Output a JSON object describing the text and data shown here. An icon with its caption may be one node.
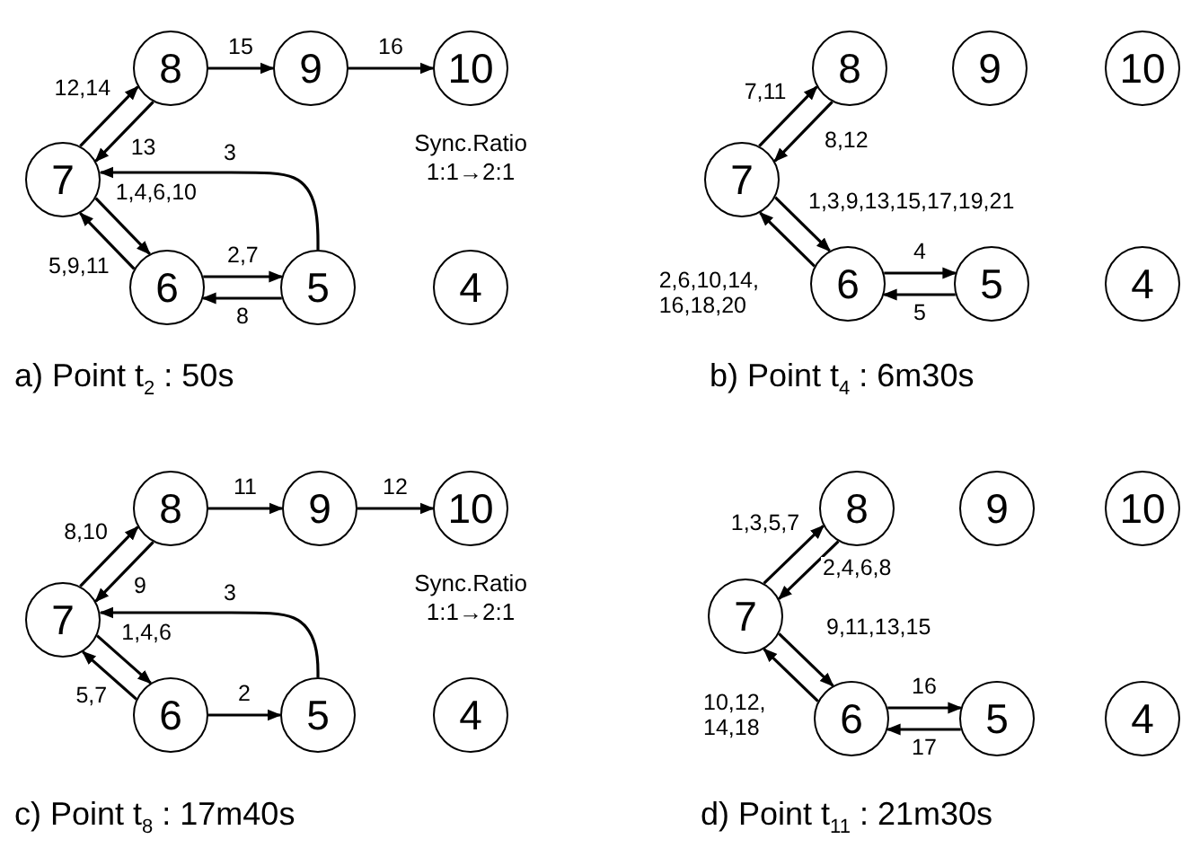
{
  "diagram": {
    "nodes": [
      {
        "text": [
          "8"
        ]
      },
      {
        "text": [
          "9"
        ]
      },
      {
        "text": [
          "10"
        ]
      },
      {
        "text": [
          "7"
        ]
      },
      {
        "text": [
          "6"
        ]
      },
      {
        "text": [
          "5"
        ]
      },
      {
        "text": [
          "4"
        ]
      },
      {
        "text": [
          "8"
        ]
      },
      {
        "text": [
          "9"
        ]
      },
      {
        "text": [
          "10"
        ]
      },
      {
        "text": [
          "7"
        ]
      },
      {
        "text": [
          "6"
        ]
      },
      {
        "text": [
          "5"
        ]
      },
      {
        "text": [
          "4"
        ]
      },
      {
        "text": [
          "8"
        ]
      },
      {
        "text": [
          "9"
        ]
      },
      {
        "text": [
          "10"
        ]
      },
      {
        "text": [
          "7"
        ]
      },
      {
        "text": [
          "6"
        ]
      },
      {
        "text": [
          "5"
        ]
      },
      {
        "text": [
          "4"
        ]
      },
      {
        "text": [
          "8"
        ]
      },
      {
        "text": [
          "9"
        ]
      },
      {
        "text": [
          "10"
        ]
      },
      {
        "text": [
          "7"
        ]
      },
      {
        "text": [
          "6"
        ]
      },
      {
        "text": [
          "5"
        ]
      },
      {
        "text": [
          "4"
        ]
      }
    ],
    "edges": [
      {
        "from": 3,
        "to": 0,
        "arrow": "to",
        "label": "12,14"
      },
      {
        "from": 0,
        "to": 3,
        "arrow": "to",
        "label": "13"
      },
      {
        "from": 0,
        "to": 1,
        "arrow": "to",
        "label": "15"
      },
      {
        "from": 1,
        "to": 2,
        "arrow": "to",
        "label": "16"
      },
      {
        "from": 5,
        "to": 3,
        "arrow": "to",
        "label": "3"
      },
      {
        "from": 3,
        "to": 4,
        "arrow": "to",
        "label": "1,4,6,10"
      },
      {
        "from": 4,
        "to": 3,
        "arrow": "to",
        "label": "5,9,11"
      },
      {
        "from": 4,
        "to": 5,
        "arrow": "to",
        "label": "2,7"
      },
      {
        "from": 5,
        "to": 4,
        "arrow": "to",
        "label": "8"
      },
      {
        "from": 10,
        "to": 7,
        "arrow": "to",
        "label": "7,11"
      },
      {
        "from": 7,
        "to": 10,
        "arrow": "to",
        "label": "8,12"
      },
      {
        "from": 10,
        "to": 11,
        "arrow": "to",
        "label": "1,3,9,13,15,17,19,21"
      },
      {
        "from": 11,
        "to": 10,
        "arrow": "to",
        "label": "2,6,10,14, 16,18,20"
      },
      {
        "from": 11,
        "to": 12,
        "arrow": "to",
        "label": "4"
      },
      {
        "from": 12,
        "to": 11,
        "arrow": "to",
        "label": "5"
      },
      {
        "from": 17,
        "to": 14,
        "arrow": "to",
        "label": "8,10"
      },
      {
        "from": 14,
        "to": 17,
        "arrow": "to",
        "label": "9"
      },
      {
        "from": 14,
        "to": 15,
        "arrow": "to",
        "label": "11"
      },
      {
        "from": 15,
        "to": 16,
        "arrow": "to",
        "label": "12"
      },
      {
        "from": 19,
        "to": 17,
        "arrow": "to",
        "label": "3"
      },
      {
        "from": 17,
        "to": 18,
        "arrow": "to",
        "label": "1,4,6"
      },
      {
        "from": 18,
        "to": 17,
        "arrow": "to",
        "label": "5,7"
      },
      {
        "from": 18,
        "to": 19,
        "arrow": "to",
        "label": "2"
      },
      {
        "from": 24,
        "to": 21,
        "arrow": "to",
        "label": "1,3,5,7"
      },
      {
        "from": 21,
        "to": 24,
        "arrow": "to",
        "label": "2,4,6,8"
      },
      {
        "from": 24,
        "to": 25,
        "arrow": "to",
        "label": "9,11,13,15"
      },
      {
        "from": 25,
        "to": 24,
        "arrow": "to",
        "label": "10,12, 14,18"
      },
      {
        "from": 25,
        "to": 26,
        "arrow": "to",
        "label": "16"
      },
      {
        "from": 26,
        "to": 25,
        "arrow": "to",
        "label": "17"
      }
    ],
    "labels": [
      "Sync.Ratio 1:1→2:1",
      "a) Point t$_{2}$ : 50s",
      "b) Point t$_{4}$ : 6m30s",
      "Sync.Ratio 1:1→2:1",
      "c) Point t$_{8}$ : 17m40s",
      "d) Point t$_{11}$ : 21m30s"
    ]
  }
}
